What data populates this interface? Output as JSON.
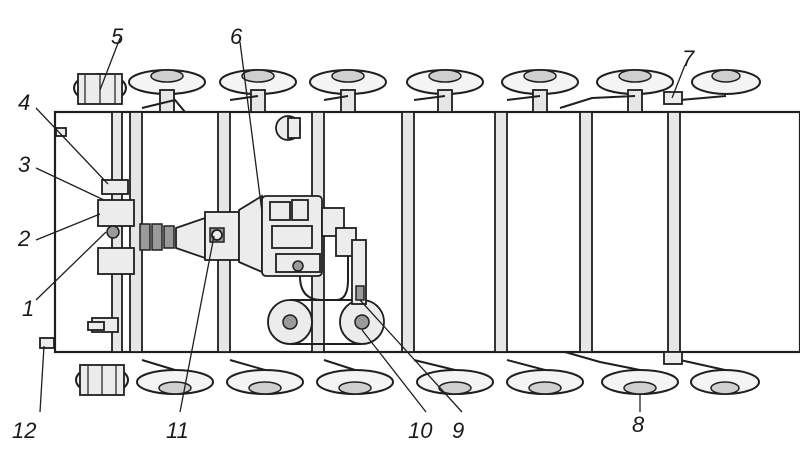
{
  "figure": {
    "callouts": [
      {
        "id": "1",
        "text": "1"
      },
      {
        "id": "2",
        "text": "2"
      },
      {
        "id": "3",
        "text": "3"
      },
      {
        "id": "4",
        "text": "4"
      },
      {
        "id": "5",
        "text": "5"
      },
      {
        "id": "6",
        "text": "6"
      },
      {
        "id": "7",
        "text": "7"
      },
      {
        "id": "8",
        "text": "8"
      },
      {
        "id": "9",
        "text": "9"
      },
      {
        "id": "10",
        "text": "10"
      },
      {
        "id": "11",
        "text": "11"
      },
      {
        "id": "12",
        "text": "12"
      }
    ]
  }
}
